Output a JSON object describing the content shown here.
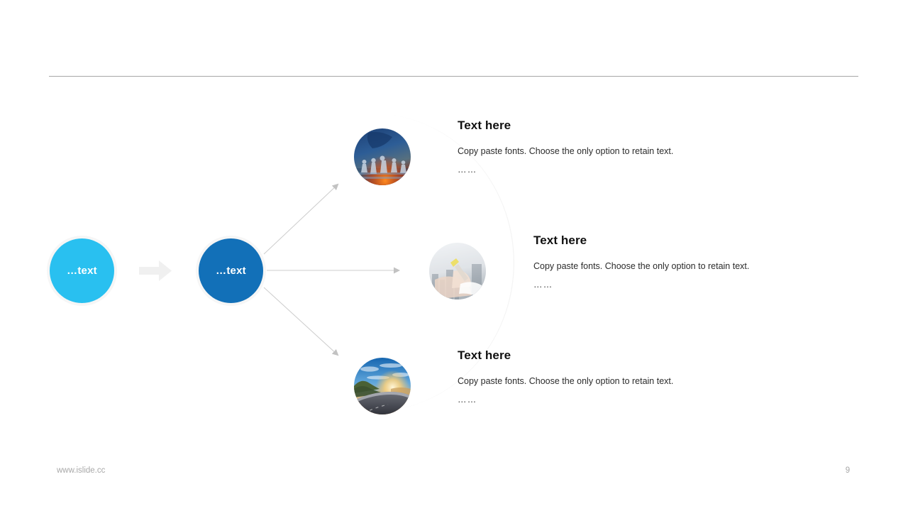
{
  "slide": {
    "page_number": "9",
    "footer_url": "www.islide.cc",
    "background_color": "#ffffff",
    "divider_color": "#a6a6a6"
  },
  "flow": {
    "stages": [
      {
        "id": "stage-1",
        "label": "…text",
        "color": "#29C0F0",
        "name": "stage-circle-light"
      },
      {
        "id": "stage-2",
        "label": "…text",
        "color": "#1270B8",
        "name": "stage-circle-dark"
      }
    ],
    "block_arrow_color": "#F0F0F0",
    "connector_color": "#c9c9c9"
  },
  "items": [
    {
      "image_name": "chess-board-photo",
      "title": "Text here",
      "body": "Copy paste fonts. Choose the only option to retain text.",
      "dots": "……"
    },
    {
      "image_name": "hands-writing-photo",
      "title": "Text here",
      "body": "Copy paste fonts. Choose the only option to retain text.",
      "dots": "……"
    },
    {
      "image_name": "road-sunset-photo",
      "title": "Text here",
      "body": "Copy paste fonts. Choose the only option to retain text.",
      "dots": "……"
    }
  ]
}
